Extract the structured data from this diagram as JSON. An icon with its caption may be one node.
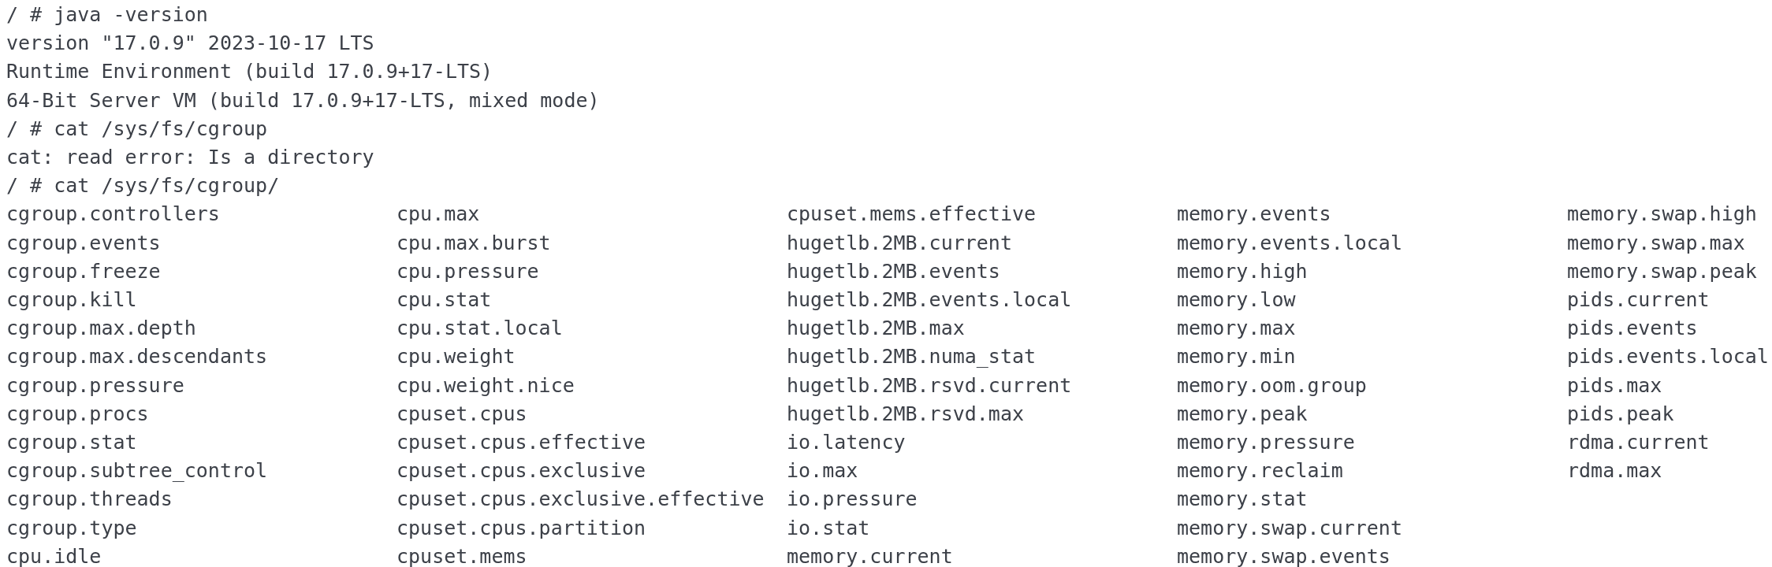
{
  "diagram": {
    "labels": [
      "/ # java -version",
      "version \"17.0.9\" 2023-10-17 LTS",
      "Runtime Environment (build 17.0.9+17-LTS)",
      "64-Bit Server VM (build 17.0.9+17-LTS, mixed mode)",
      "/ # cat /sys/fs/cgroup",
      "cat: read error: Is a directory",
      "/ # cat /sys/fs/cgroup/",
      "cgroup.controllers",
      "cpu.max",
      "cpuset.mems.effective",
      "memory.events",
      "memory.swap.high",
      "cgroup.events",
      "cpu.max.burst",
      "hugetlb.2MB.current",
      "memory.events.local",
      "memory.swap.max",
      "cgroup.freeze",
      "cpu.pressure",
      "hugetlb.2MB.events",
      "memory.high",
      "memory.swap.peak",
      "cgroup.kill",
      "cpu.stat",
      "hugetlb.2MB.events.local",
      "memory.low",
      "pids.current",
      "cgroup.max.depth",
      "cpu.stat.local",
      "hugetlb.2MB.max",
      "memory.max",
      "pids.events",
      "cgroup.max.descendants",
      "cpu.weight",
      "hugetlb.2MB.numa_stat",
      "memory.min",
      "pids.events.local",
      "cgroup.pressure",
      "cpu.weight.nice",
      "hugetlb.2MB.rsvd.current",
      "memory.oom.group",
      "pids.max",
      "cgroup.procs",
      "cpuset.cpus",
      "hugetlb.2MB.rsvd.max",
      "memory.peak",
      "pids.peak",
      "cgroup.stat",
      "cpuset.cpus.effective",
      "io.latency",
      "memory.pressure",
      "rdma.current",
      "cgroup.subtree_control",
      "cpuset.cpus.exclusive",
      "io.max",
      "memory.reclaim",
      "rdma.max",
      "cgroup.threads",
      "cpuset.cpus.exclusive.effective",
      "io.pressure",
      "memory.stat",
      "cgroup.type",
      "cpuset.cpus.partition",
      "io.stat",
      "memory.swap.current",
      "cpu.idle",
      "cpuset.mems",
      "memory.current",
      "memory.swap.events"
    ]
  }
}
